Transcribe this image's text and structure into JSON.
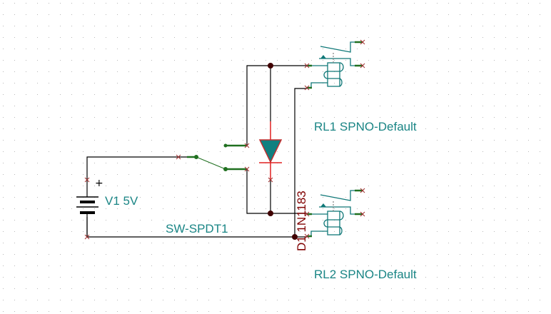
{
  "components": {
    "battery": {
      "label": "V1 5V",
      "polarity_mark": "+"
    },
    "switch": {
      "label": "SW-SPDT1"
    },
    "diode": {
      "label": "D1 1N1183"
    },
    "relay1": {
      "label": "RL1 SPNO-Default"
    },
    "relay2": {
      "label": "RL2 SPNO-Default"
    }
  },
  "colors": {
    "wire": "#000000",
    "component": "#107878",
    "pin": "#207020",
    "diode": "#e02020",
    "diode_fill": "#108080",
    "junction": "#400000",
    "label": "#1a8585",
    "diode_label": "#800000"
  }
}
